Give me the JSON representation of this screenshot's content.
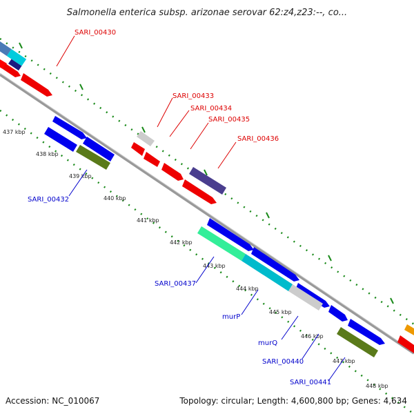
{
  "title": "Salmonella enterica subsp. arizonae serovar 62:z4,z23:--, co...",
  "footer": {
    "accession": "Accession: NC_010067",
    "topology": "Topology: circular; Length: 4,600,800 bp; Genes: 4,634"
  },
  "kbp_labels": [
    "437 kbp",
    "438 kbp",
    "439 kbp",
    "440 kbp",
    "441 kbp",
    "442 kbp",
    "443 kbp",
    "444 kbp",
    "445 kbp",
    "446 kbp",
    "447 kbp",
    "448 kbp"
  ],
  "gene_labels": {
    "sari_00430": "SARI_00430",
    "sari_00433": "SARI_00433",
    "sari_00434": "SARI_00434",
    "sari_00435": "SARI_00435",
    "sari_00436": "SARI_00436",
    "sari_00432": "SARI_00432",
    "sari_00437": "SARI_00437",
    "murp": "murP",
    "murq": "murQ",
    "sari_00440": "SARI_00440",
    "sari_00441": "SARI_00441"
  },
  "colors": {
    "backbone": "#888888",
    "red_genes": "#ff0000",
    "blue_genes": "#0000ee",
    "tick_green": "#1a8a1a",
    "label_red": "#dd0000",
    "label_blue": "#0000cc"
  }
}
